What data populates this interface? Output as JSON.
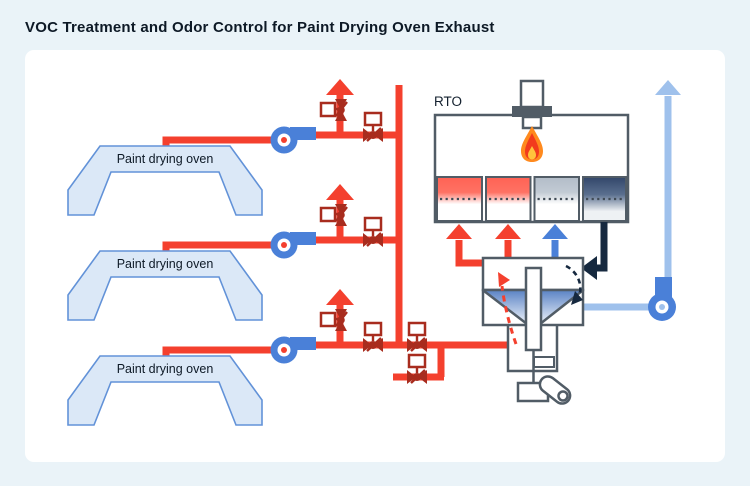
{
  "title": "VOC Treatment and Odor Control for Paint Drying Oven Exhaust",
  "diagram": {
    "rto_label": "RTO",
    "ovens": [
      {
        "label": "Paint drying oven"
      },
      {
        "label": "Paint drying oven"
      },
      {
        "label": "Paint drying oven"
      }
    ],
    "components": [
      "paint-drying-oven x3",
      "exhaust-fan x3",
      "emergency-vent-stack-arrow x3",
      "vent-valve x3",
      "duct-valve x3",
      "common-manifold-pipe",
      "bypass-line-with-valves",
      "rto-unit",
      "burner",
      "flame",
      "regenerative-bed x4",
      "rotary-distributor",
      "distributor-shaft",
      "drive-motor",
      "clean-air-return-blower",
      "clean-air-exhaust-stack-arrow"
    ],
    "colors": {
      "background": "#eaf3f8",
      "panel": "#ffffff",
      "voc_exhaust_red": "#f4402e",
      "valve_dark_red": "#a82c1e",
      "fan_blue": "#4a80d8",
      "clean_air_light_blue": "#9fc1ec",
      "hot_gas_navy": "#16293f",
      "equipment_gray": "#515c66",
      "oven_fill": "#dbe8f7",
      "oven_border": "#6292d8",
      "bed_hot_red": "#ff6254",
      "bed_warm_gray": "#b2bcc8",
      "bed_hot_navy": "#32466a",
      "flame_orange": "#ff8a1e",
      "flame_red": "#f23b1d",
      "flame_yellow": "#ffc43c"
    }
  }
}
